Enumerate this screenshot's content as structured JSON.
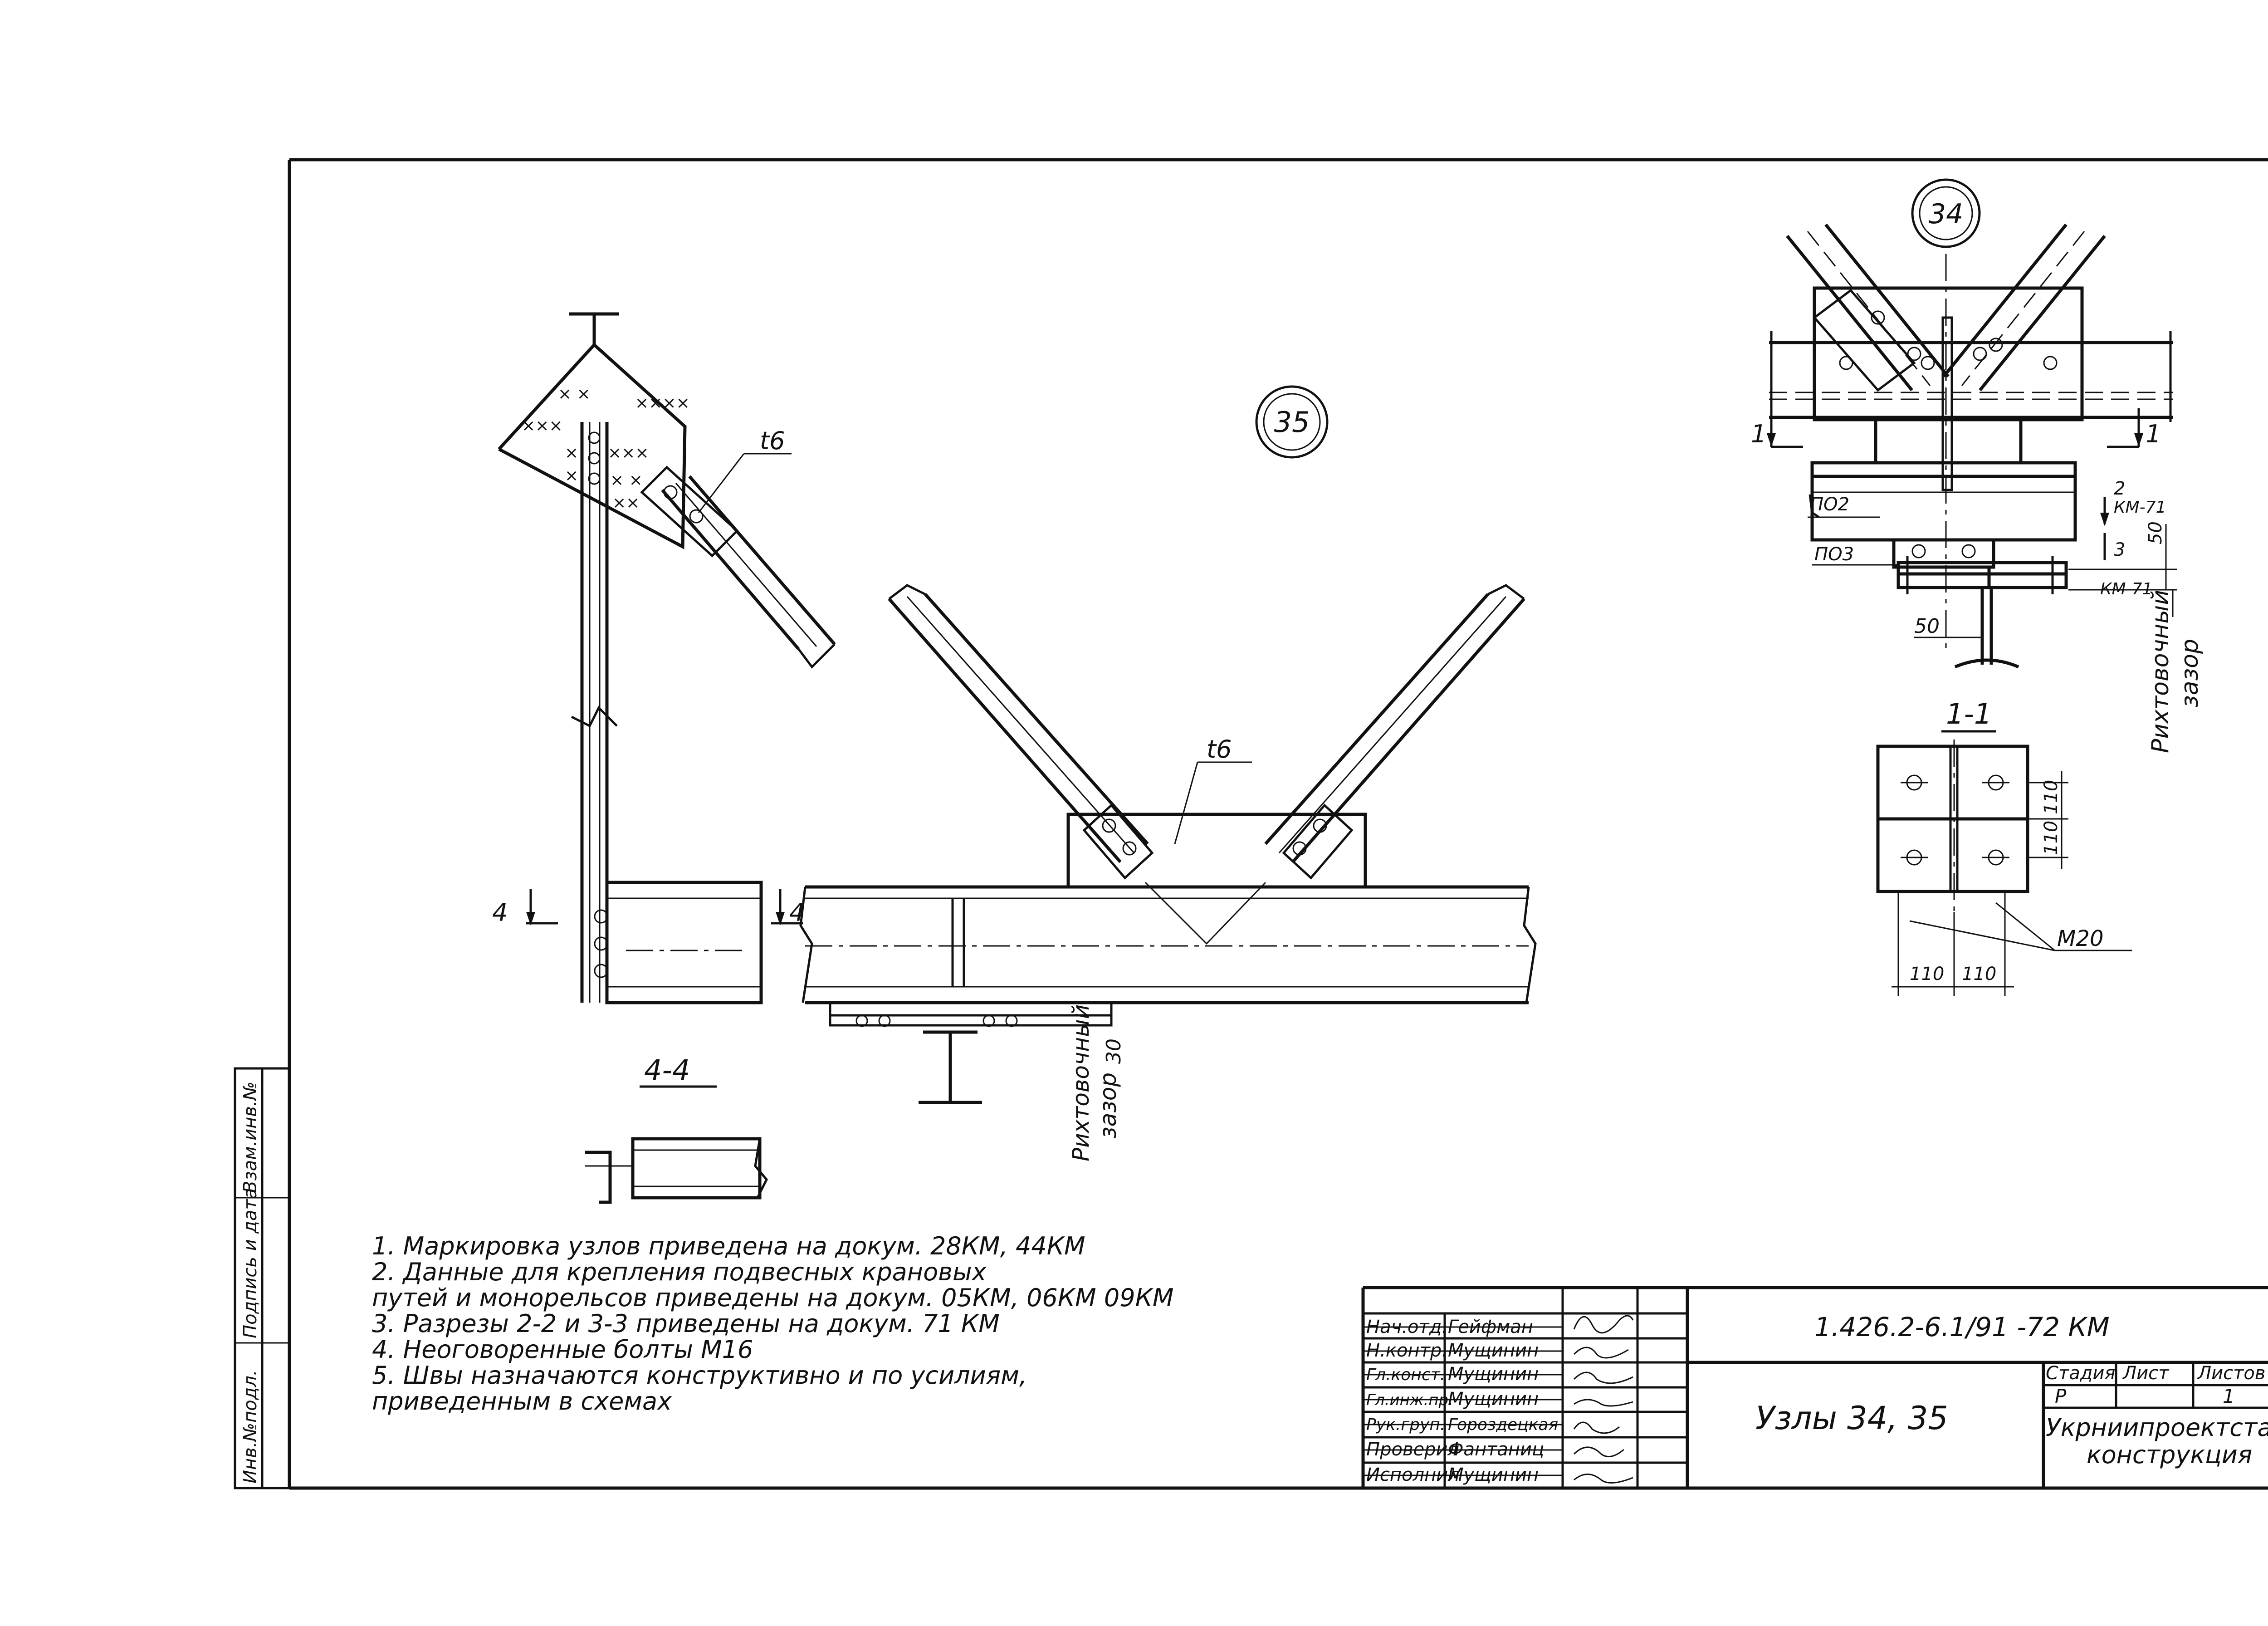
{
  "nodes": {
    "node35": "35",
    "node34": "34"
  },
  "labels": {
    "plate_t6_a": "t6",
    "plate_t6_b": "t6",
    "sec4_left": "4",
    "sec4_right": "4",
    "sec1_left": "1",
    "sec1_right": "1",
    "sec44_title": "4-4",
    "sec11_title": "1-1",
    "po2": "ПО2",
    "po3": "ПО3",
    "km71_a_num": "2",
    "km71_a": "КМ-71",
    "km71_b_num": "3",
    "km71_b": "КМ-71",
    "gap_word_1": "Рихтовочный",
    "gap_word_2": "зазор",
    "gap_word_3": "Рихтовочный",
    "gap_word_4": "зазор",
    "dim_50_vert": "50",
    "dim_50_horiz": "50",
    "dim_30": "30",
    "dim_110_v1": "110",
    "dim_110_v2": "110",
    "dim_110_h1": "110",
    "dim_110_h2": "110",
    "bolt": "М20"
  },
  "notes": [
    "1.  Маркировка узлов приведена на докум. 28КМ, 44КМ",
    "2.  Данные для крепления подвесных крановых",
    "     путей и монорельсов приведены на докум. 05КМ, 06КМ 09КМ",
    "3.  Разрезы 2-2 и 3-3 приведены на  докум. 71 КМ",
    "4.  Неоговоренные болты М16",
    "5.  Швы назначаются конструктивно и по усилиям,",
    "     приведенным в схемах"
  ],
  "side_stamp": [
    "Инв.№подл.",
    "Подпись и дата",
    "Взам.инв.№"
  ],
  "title_block": {
    "doc_code": "1.426.2-6.1/91  -72 КМ",
    "title": "Узлы 34, 35",
    "stage_head": "Стадия",
    "sheet_head": "Лист",
    "sheets_head": "Листов",
    "stage": "Р",
    "sheets": "1",
    "org_1": "Укрниипроектстал",
    "org_2": "конструкция",
    "roles": [
      {
        "role": "Нач.отд.",
        "name": "Гейфман"
      },
      {
        "role": "Н.контр.",
        "name": "Мущинин"
      },
      {
        "role": "Гл.конст.",
        "name": "Мущинин"
      },
      {
        "role": "Гл.инж.пр.",
        "name": "Мущинин"
      },
      {
        "role": "Рук.груп.",
        "name": "Гороздецкая"
      },
      {
        "role": "Проверил",
        "name": "Фантаниц"
      },
      {
        "role": "Исполнил",
        "name": "Мущинин"
      }
    ]
  }
}
